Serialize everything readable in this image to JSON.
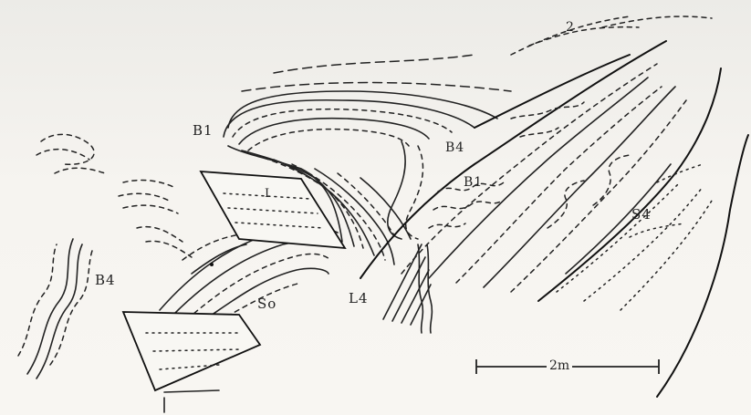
{
  "labels": {
    "b1_top": "B1",
    "b4_right": "B4",
    "b1_mid": "B1",
    "b4_left": "B4",
    "so": "So",
    "l4": "L4",
    "s4": "S4",
    "fold_number": "2",
    "block_mark": "I"
  },
  "scale_bar": {
    "label": "2m"
  }
}
